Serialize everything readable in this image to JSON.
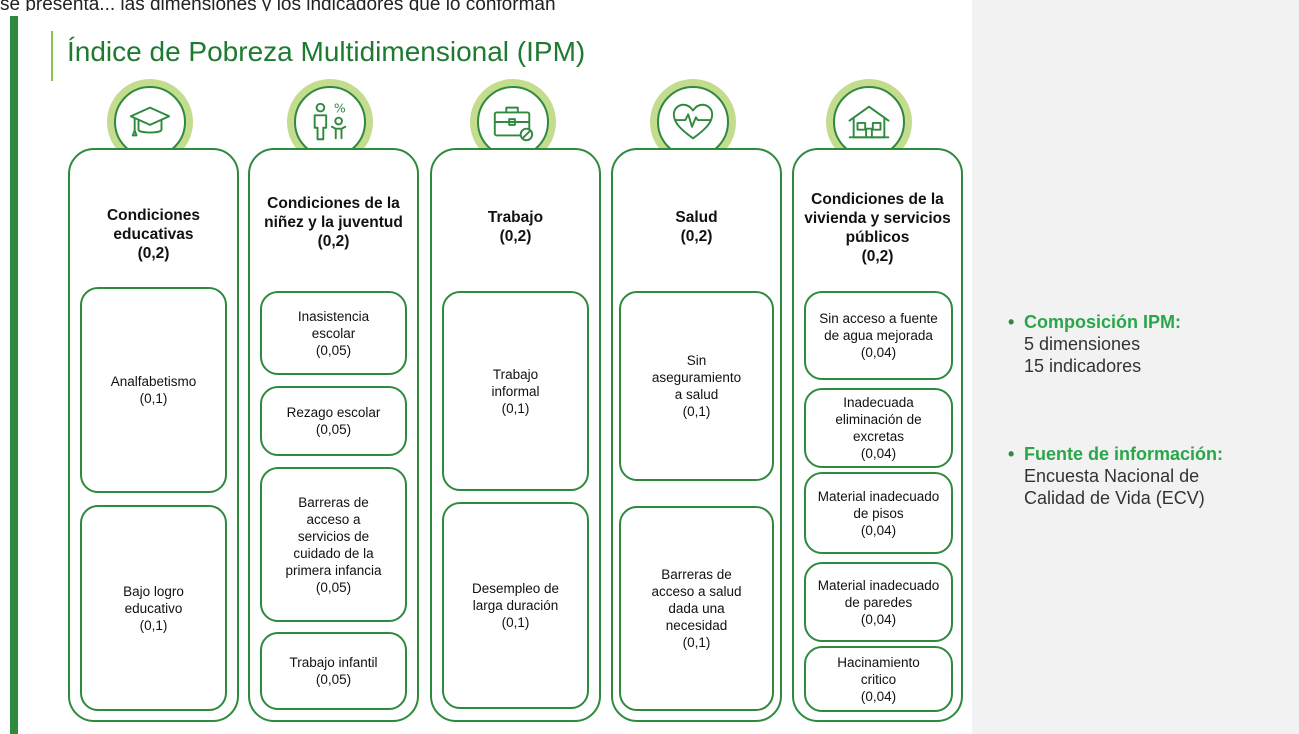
{
  "top_fragment": "se presenta... las dimensiones y los indicadores que lo conforman",
  "title": "Índice de Pobreza Multidimensional (IPM)",
  "colors": {
    "accent_green": "#2f8a3e",
    "light_green": "#c4dc8e",
    "side_green": "#2aa64a",
    "panel_gray": "#f2f2f2"
  },
  "dimensions": [
    {
      "icon": "graduation-cap-icon",
      "title": "Condiciones educativas",
      "weight": "(0,2)",
      "indicators": [
        {
          "name": "Analfabetismo",
          "weight": "(0,1)"
        },
        {
          "name": "Bajo logro educativo",
          "weight": "(0,1)"
        }
      ]
    },
    {
      "icon": "children-youth-icon",
      "title": "Condiciones de la niñez y la juventud",
      "weight": "(0,2)",
      "indicators": [
        {
          "name": "Inasistencia escolar",
          "weight": "(0,05)"
        },
        {
          "name": "Rezago escolar",
          "weight": "(0,05)"
        },
        {
          "name": "Barreras de acceso a servicios de cuidado de la primera infancia",
          "weight": "(0,05)"
        },
        {
          "name": "Trabajo infantil",
          "weight": "(0,05)"
        }
      ]
    },
    {
      "icon": "briefcase-icon",
      "title": "Trabajo",
      "weight": "(0,2)",
      "indicators": [
        {
          "name": "Trabajo informal",
          "weight": "(0,1)"
        },
        {
          "name": "Desempleo de larga duración",
          "weight": "(0,1)"
        }
      ]
    },
    {
      "icon": "heart-pulse-icon",
      "title": "Salud",
      "weight": "(0,2)",
      "indicators": [
        {
          "name": "Sin aseguramiento a salud",
          "weight": "(0,1)"
        },
        {
          "name": "Barreras de acceso a salud dada una necesidad",
          "weight": "(0,1)"
        }
      ]
    },
    {
      "icon": "house-icon",
      "title": "Condiciones de la vivienda y servicios públicos",
      "weight": "(0,2)",
      "indicators": [
        {
          "name": "Sin acceso a fuente de agua mejorada",
          "weight": "(0,04)"
        },
        {
          "name": "Inadecuada eliminación de excretas",
          "weight": "(0,04)"
        },
        {
          "name": "Material inadecuado de pisos",
          "weight": "(0,04)"
        },
        {
          "name": "Material inadecuado de paredes",
          "weight": "(0,04)"
        },
        {
          "name": "Hacinamiento critico",
          "weight": "(0,04)"
        }
      ]
    }
  ],
  "side": {
    "composition": {
      "heading": "Composición IPM:",
      "line1": "5 dimensiones",
      "line2": "15 indicadores"
    },
    "source": {
      "heading": "Fuente de información:",
      "line1": "Encuesta Nacional de",
      "line2": "Calidad de Vida (ECV)"
    }
  }
}
